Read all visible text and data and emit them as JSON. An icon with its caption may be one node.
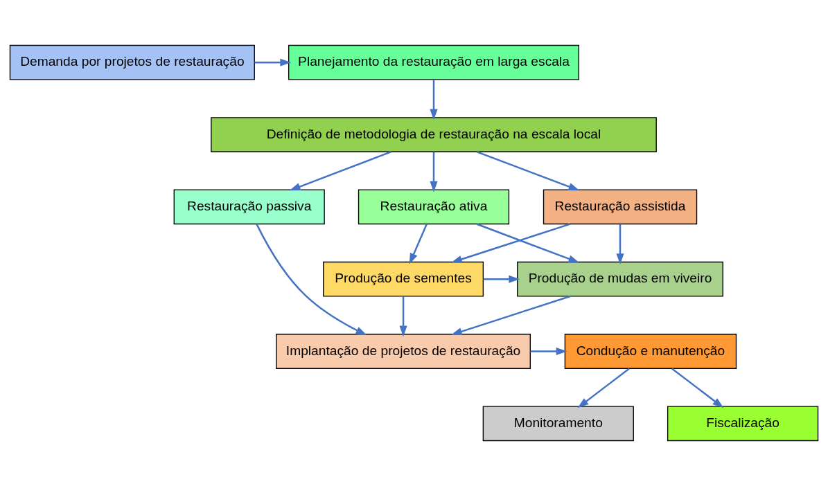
{
  "diagram": {
    "nodes": [
      {
        "text": [
          "Demanda por projetos de restauração"
        ]
      },
      {
        "text": [
          "Planejamento da restauração em larga escala"
        ]
      },
      {
        "text": [
          "Definição de metodologia de restauração na escala local"
        ]
      },
      {
        "text": [
          "Restauração passiva"
        ]
      },
      {
        "text": [
          "Restauração assistida"
        ]
      },
      {
        "text": [
          "Restauração ativa"
        ]
      },
      {
        "text": [
          "Produção de sementes"
        ]
      },
      {
        "text": [
          "Produção de mudas em viveiro"
        ]
      },
      {
        "text": [
          "Implantação de projetos de restauração"
        ]
      },
      {
        "text": [
          "Condução e manutenção"
        ]
      },
      {
        "text": [
          "Monitoramento"
        ]
      },
      {
        "text": [
          "Fiscalização"
        ]
      }
    ],
    "edges": [
      {
        "from": 0,
        "to": 1,
        "arrow": "to"
      },
      {
        "from": 1,
        "to": 2,
        "arrow": "to"
      },
      {
        "from": 2,
        "to": 3,
        "arrow": "to"
      },
      {
        "from": 2,
        "to": 4,
        "arrow": "to"
      },
      {
        "from": 2,
        "to": 5,
        "arrow": "to"
      },
      {
        "from": 4,
        "to": 6,
        "arrow": "to"
      },
      {
        "from": 4,
        "to": 7,
        "arrow": "to"
      },
      {
        "from": 5,
        "to": 6,
        "arrow": "to"
      },
      {
        "from": 5,
        "to": 7,
        "arrow": "to"
      },
      {
        "from": 6,
        "to": 7,
        "arrow": "to"
      },
      {
        "from": 6,
        "to": 8,
        "arrow": "to"
      },
      {
        "from": 7,
        "to": 8,
        "arrow": "to"
      },
      {
        "from": 3,
        "to": 8,
        "arrow": "to"
      },
      {
        "from": 8,
        "to": 9,
        "arrow": "to"
      },
      {
        "from": 9,
        "to": 10,
        "arrow": "to"
      },
      {
        "from": 9,
        "to": 11,
        "arrow": "to"
      }
    ]
  }
}
